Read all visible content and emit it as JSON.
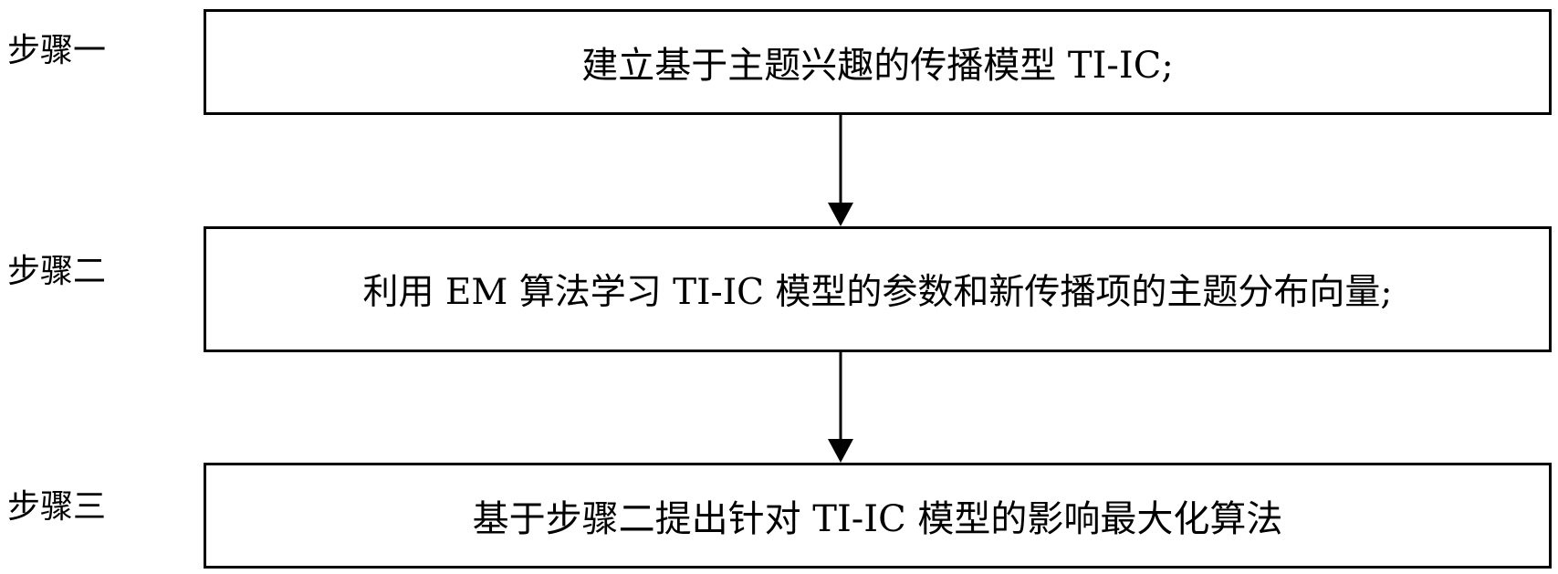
{
  "steps": [
    {
      "label": "步骤一",
      "text": "建立基于主题兴趣的传播模型 TI-IC;"
    },
    {
      "label": "步骤二",
      "text": "利用 EM 算法学习 TI-IC 模型的参数和新传播项的主题分布向量;"
    },
    {
      "label": "步骤三",
      "text": "基于步骤二提出针对 TI-IC 模型的影响最大化算法"
    }
  ],
  "colors": {
    "line": "#000000",
    "background": "#ffffff"
  }
}
